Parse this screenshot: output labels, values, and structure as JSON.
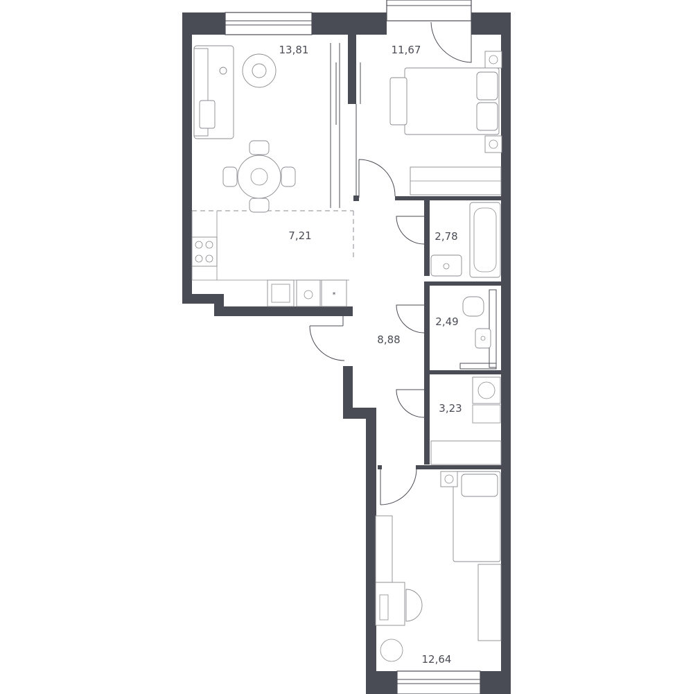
{
  "floorplan": {
    "rooms": [
      {
        "id": "living",
        "area": "13,81"
      },
      {
        "id": "bedroom-1",
        "area": "11,67"
      },
      {
        "id": "kitchen",
        "area": "7,21"
      },
      {
        "id": "bathroom",
        "area": "2,78"
      },
      {
        "id": "toilet",
        "area": "2,49"
      },
      {
        "id": "hallway",
        "area": "8,88"
      },
      {
        "id": "storage",
        "area": "3,23"
      },
      {
        "id": "bedroom-2",
        "area": "12,64"
      }
    ]
  },
  "colors": {
    "wall": "#4a4c55",
    "line": "#8a8b90",
    "background": "#ffffff"
  }
}
